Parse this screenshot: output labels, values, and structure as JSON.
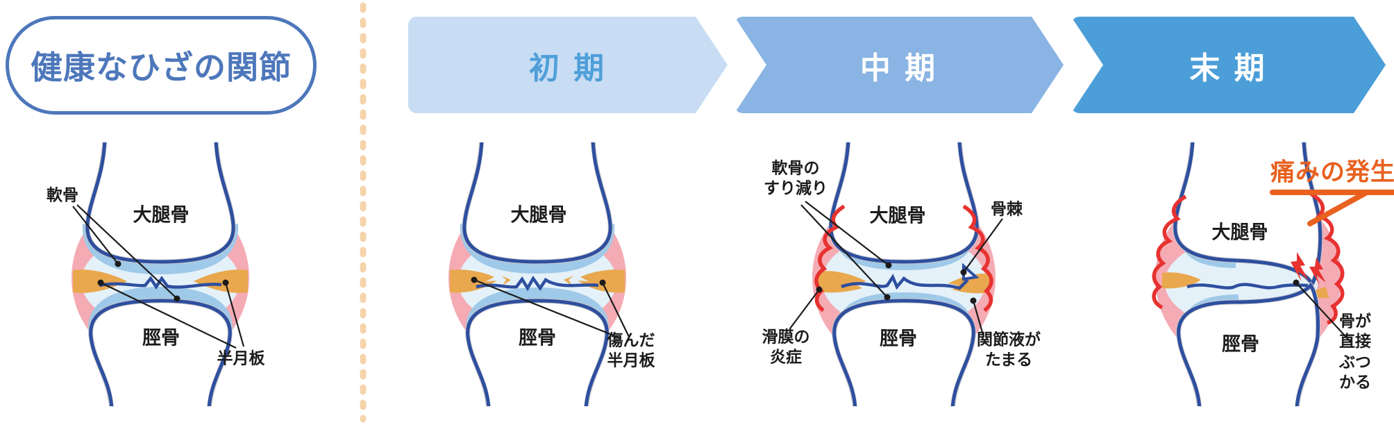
{
  "title": "健康なひざの関節",
  "stages": [
    {
      "label": "初 期"
    },
    {
      "label": "中 期"
    },
    {
      "label": "末 期"
    }
  ],
  "panels": {
    "healthy": {
      "cartilage": "軟骨",
      "femur": "大腿骨",
      "tibia": "脛骨",
      "meniscus": "半月板"
    },
    "early": {
      "femur": "大腿骨",
      "tibia": "脛骨",
      "damaged_meniscus": "傷んだ\n半月板"
    },
    "middle": {
      "cartilage_wear": "軟骨の\nすり減り",
      "femur": "大腿骨",
      "bone_spur": "骨棘",
      "synovial_inflammation": "滑膜の\n炎症",
      "tibia": "脛骨",
      "joint_fluid": "関節液が\nたまる"
    },
    "late": {
      "pain": "痛みの発生",
      "femur": "大腿骨",
      "tibia": "脛骨",
      "bone_contact": "骨が直接\nぶつかる"
    }
  },
  "colors": {
    "pill_blue": "#4d77bb",
    "stage_early_bg": "#c8ddf3",
    "stage_early_text": "#4f9fd9",
    "stage_middle_bg": "#89b4e3",
    "stage_late_bg": "#4c9ed8",
    "capsule_pink": "#f5abb4",
    "joint_fluid_blue": "#e4f1f9",
    "cartilage_blue": "#9fc9e8",
    "bone_outline_gray": "#c7c7cc",
    "bone_outline_blue": "#2e4f9f",
    "meniscus_orange": "#e9a84e",
    "inflammation_red": "#e73230",
    "pain_orange": "#e8611f",
    "divider_peach": "#f6d4ab"
  }
}
